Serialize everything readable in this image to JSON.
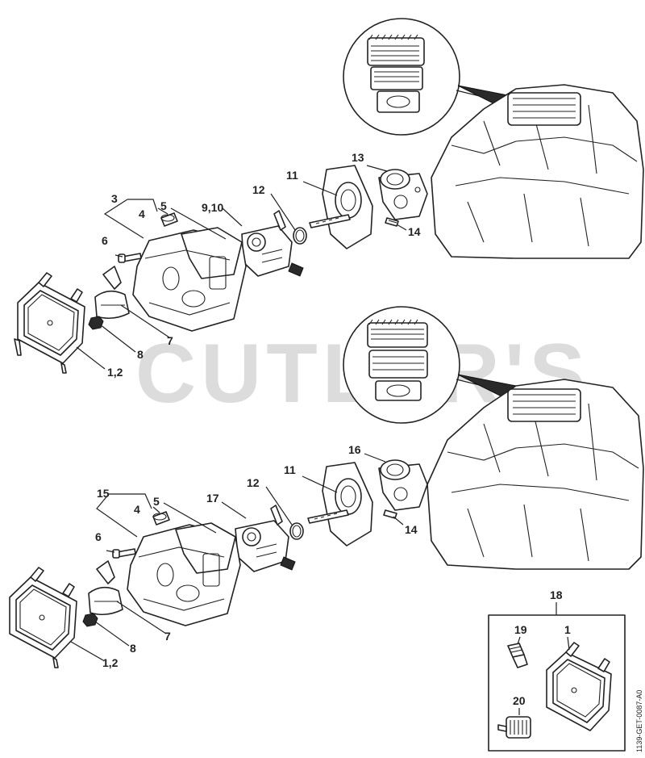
{
  "watermark": "CUTLER'S",
  "drawing_code": "1139-GET-0087-A0",
  "colors": {
    "watermark": "#dcdcdc",
    "line": "#222222"
  },
  "top_group": {
    "callouts": {
      "c1_2": "1,2",
      "c3": "3",
      "c4": "4",
      "c5": "5",
      "c6": "6",
      "c7": "7",
      "c8": "8",
      "c9_10": "9,10",
      "c11": "11",
      "c12": "12",
      "c13": "13",
      "c14": "14"
    }
  },
  "bottom_group": {
    "callouts": {
      "c1_2": "1,2",
      "c15": "15",
      "c4": "4",
      "c5": "5",
      "c6": "6",
      "c7": "7",
      "c8": "8",
      "c17": "17",
      "c11": "11",
      "c12": "12",
      "c16": "16",
      "c14": "14"
    }
  },
  "kit_box": {
    "callouts": {
      "c18": "18",
      "c19": "19",
      "c1": "1",
      "c20": "20"
    }
  }
}
